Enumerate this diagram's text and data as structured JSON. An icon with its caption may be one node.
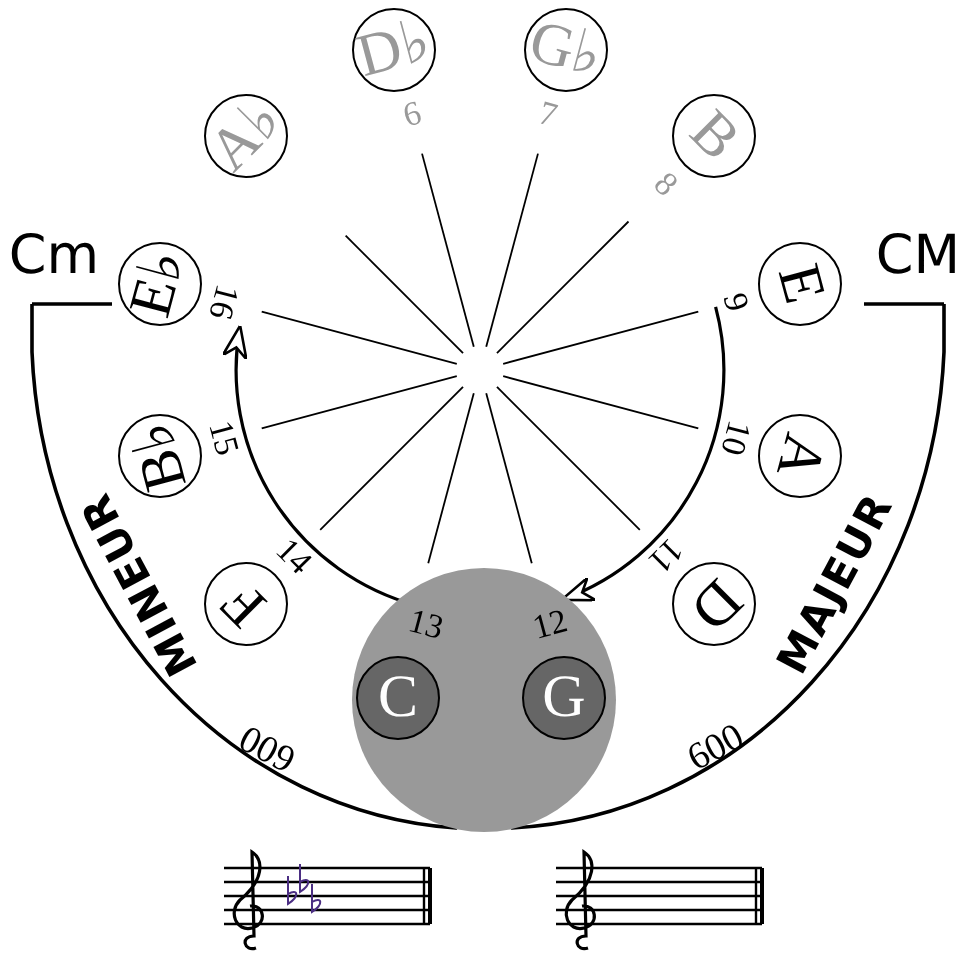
{
  "diagram": {
    "nodes": [
      {
        "text": [
          "D♭"
        ]
      },
      {
        "text": [
          "G♭"
        ]
      },
      {
        "text": [
          "A♭"
        ]
      },
      {
        "text": [
          "B"
        ]
      },
      {
        "text": [
          "E♭"
        ]
      },
      {
        "text": [
          "E"
        ]
      },
      {
        "text": [
          "B♭"
        ]
      },
      {
        "text": [
          "A"
        ]
      },
      {
        "text": [
          "F"
        ]
      },
      {
        "text": [
          "D"
        ]
      },
      {
        "text": [],
        "shape": "circle"
      },
      {
        "text": [
          "C"
        ],
        "in": 10
      },
      {
        "text": [
          "G"
        ],
        "in": 10
      },
      {
        "text": [
          "6"
        ]
      },
      {
        "text": [
          "7"
        ]
      },
      {
        "text": [
          "8"
        ]
      },
      {
        "text": [
          "9"
        ]
      },
      {
        "text": [
          "10"
        ]
      },
      {
        "text": [
          "11"
        ]
      },
      {
        "text": [
          "12"
        ],
        "in": 10
      },
      {
        "text": [
          "13"
        ],
        "in": 10
      },
      {
        "text": [
          "14"
        ]
      },
      {
        "text": [
          "15"
        ]
      },
      {
        "text": [
          "16"
        ]
      }
    ],
    "edges": [
      {
        "from": 16,
        "to": 19,
        "arrow": "to"
      },
      {
        "from": 20,
        "to": 23,
        "arrow": "to"
      }
    ],
    "labels": [
      "Cm",
      "CM",
      "MINEUR",
      "MAJEUR",
      "600",
      "600"
    ]
  }
}
